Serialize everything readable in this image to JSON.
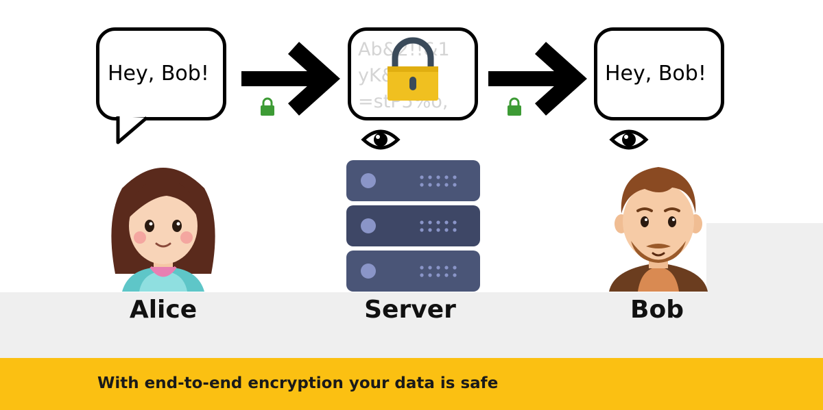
{
  "alice": {
    "message": "Hey, Bob!",
    "label": "Alice"
  },
  "server": {
    "label": "Server",
    "cipher_lines": [
      "Ab&2!!&1",
      "yK&3?b",
      "=stP5%o,"
    ]
  },
  "bob": {
    "message": "Hey, Bob!",
    "label": "Bob"
  },
  "footer": {
    "text": "With end-to-end encryption your data is safe"
  },
  "colors": {
    "footer_bg": "#fbc012",
    "lock_small": "#3d9b35",
    "lock_big": "#f0c020",
    "server_body": "#4a5577",
    "server_light": "#8a95c8"
  },
  "icons": [
    "arrow-right-icon",
    "lock-icon",
    "eye-icon",
    "server-icon",
    "padlock-icon"
  ]
}
